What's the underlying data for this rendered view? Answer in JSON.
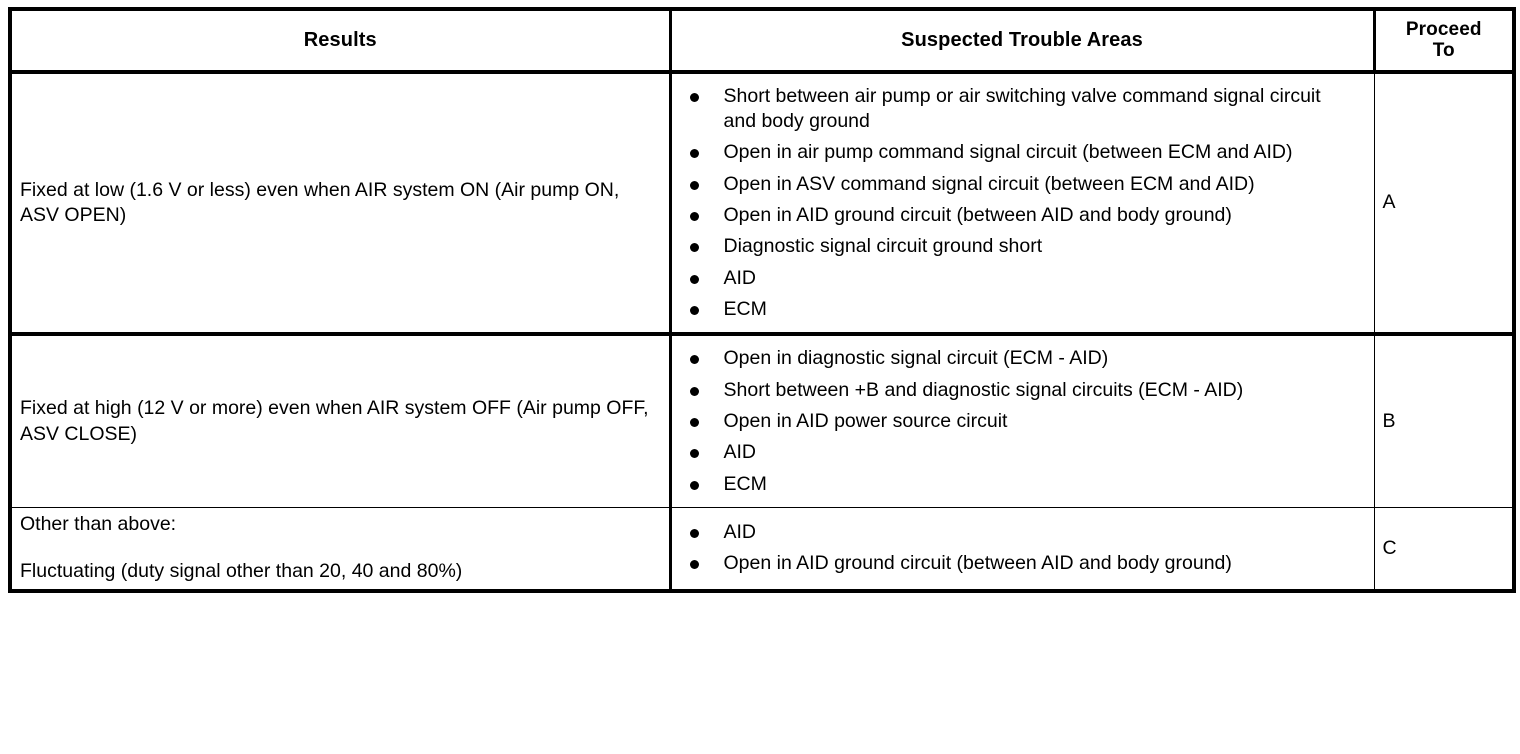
{
  "table": {
    "headers": {
      "results": "Results",
      "suspected": "Suspected Trouble Areas",
      "proceed_line1": "Proceed",
      "proceed_line2": "To"
    },
    "rows": [
      {
        "result_lines": [
          "Fixed at low (1.6 V or less) even when AIR system ON (Air pump ON, ASV OPEN)"
        ],
        "suspected": [
          "Short between air pump or air switching valve command signal circuit and body ground",
          "Open in air pump command signal circuit (between ECM and AID)",
          "Open in ASV command signal circuit (between ECM and AID)",
          "Open in AID ground circuit (between AID and body ground)",
          "Diagnostic signal circuit ground short",
          "AID",
          "ECM"
        ],
        "proceed_to": "A"
      },
      {
        "result_lines": [
          "Fixed at high (12 V or more) even when AIR system OFF (Air pump OFF, ASV CLOSE)"
        ],
        "suspected": [
          "Open in diagnostic signal circuit (ECM - AID)",
          "Short between +B and diagnostic signal circuits (ECM - AID)",
          "Open in AID power source circuit",
          "AID",
          "ECM"
        ],
        "proceed_to": "B"
      },
      {
        "result_lines": [
          "Other than above:",
          "Fluctuating (duty signal other than 20, 40 and 80%)"
        ],
        "suspected": [
          "AID",
          "Open in AID ground circuit (between AID and body ground)"
        ],
        "proceed_to": "C"
      }
    ]
  },
  "colors": {
    "ink": "#000000",
    "paper": "#ffffff"
  }
}
